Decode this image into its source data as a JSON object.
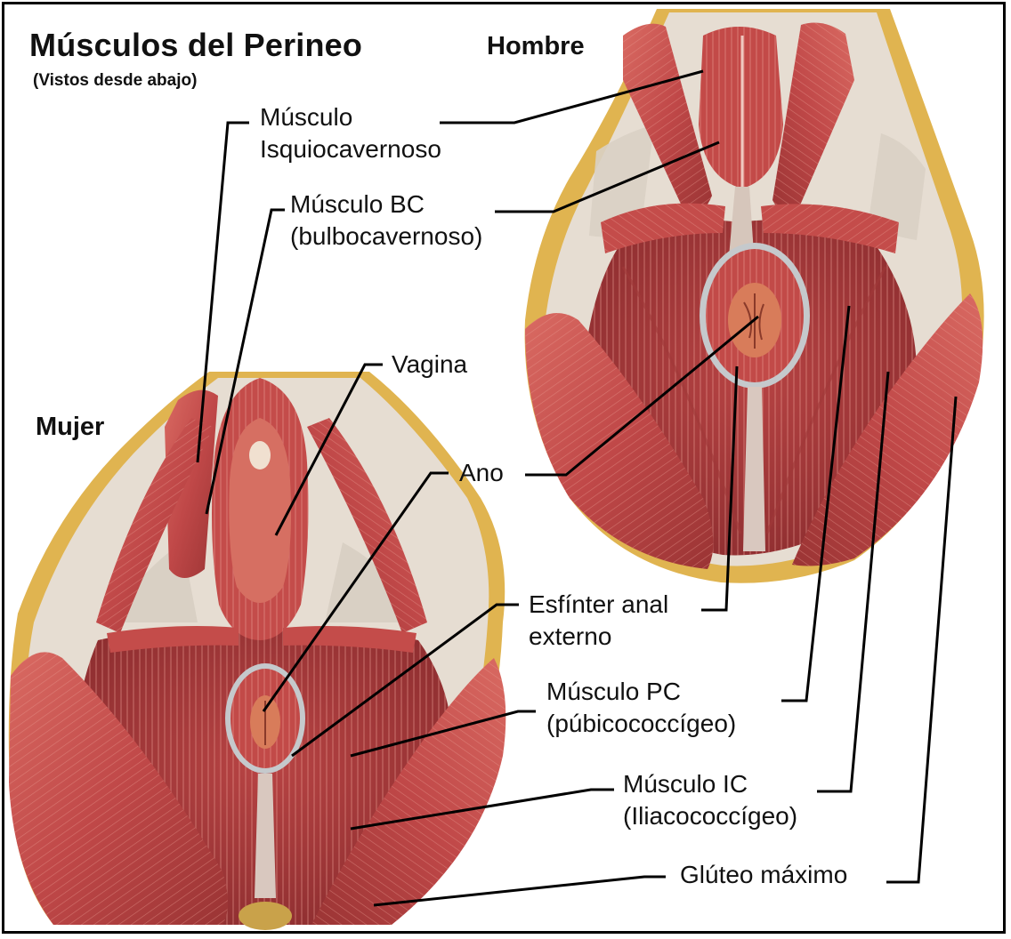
{
  "title": "Músculos del Perineo",
  "subtitle": "(Vistos desde abajo)",
  "male_heading": "Hombre",
  "female_heading": "Mujer",
  "labels": {
    "isquiocavernoso": [
      "Músculo",
      "Isquiocavernoso"
    ],
    "bc": [
      "Músculo BC",
      "(bulbocavernoso)"
    ],
    "vagina": "Vagina",
    "ano": "Ano",
    "esfinter": [
      "Esfínter anal",
      "externo"
    ],
    "pc": [
      "Músculo PC",
      "(púbicococcígeo)"
    ],
    "ic": [
      "Músculo IC",
      "(Iliacococcígeo)"
    ],
    "gluteo": "Glúteo máximo"
  },
  "colors": {
    "muscle": "#c4504f",
    "muscle_dark": "#9a3535",
    "muscle_light": "#e08a80",
    "fat": "#e0b450",
    "tendon": "#e6ddd2",
    "line": "#000000"
  }
}
